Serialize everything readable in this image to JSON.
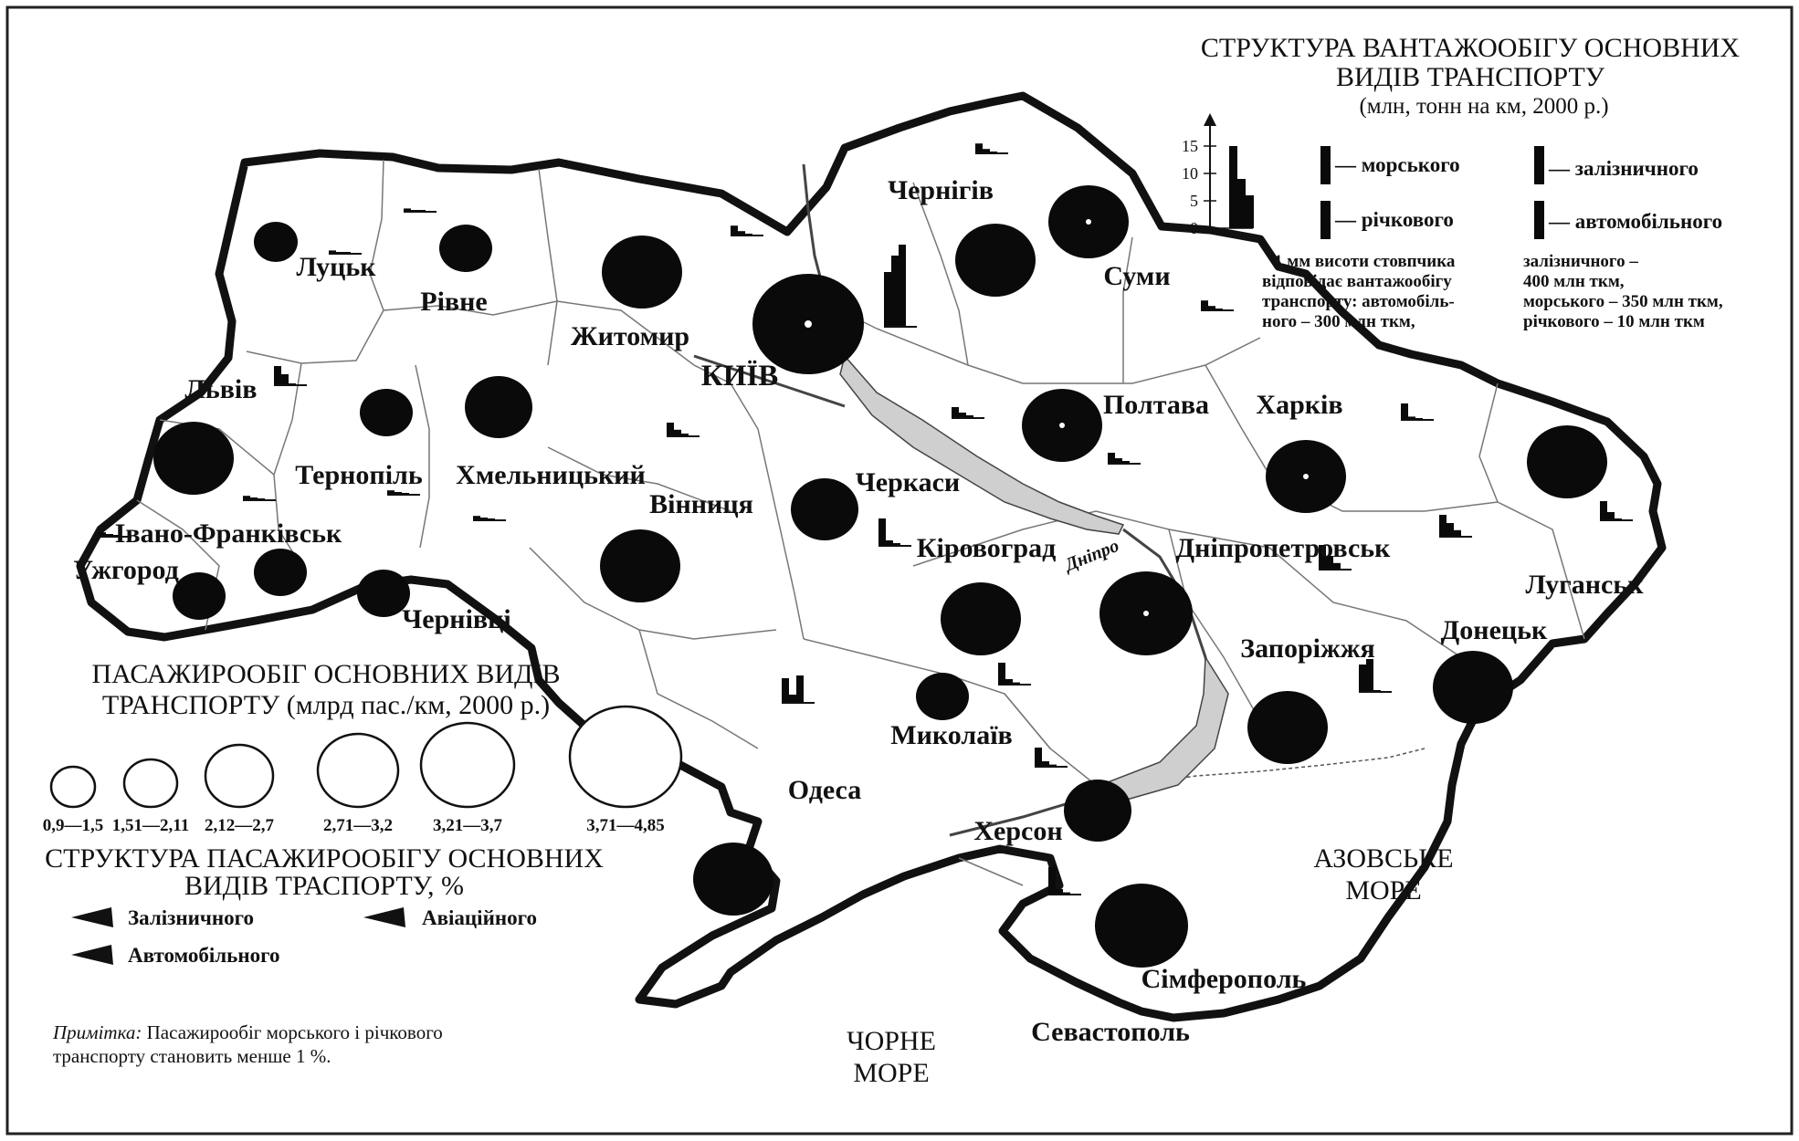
{
  "freight_legend": {
    "title_line1": "СТРУКТУРА ВАНТАЖООБІГУ ОСНОВНИХ",
    "title_line2": "ВИДІВ ТРАНСПОРТУ",
    "title_line3": "(млн, тонн на км, 2000 р.)",
    "axis_ticks": [
      "15",
      "10",
      "5",
      "0"
    ],
    "items": [
      "— морського",
      "— залізничного",
      "— річкового",
      "— автомобільного"
    ],
    "note_left": [
      "1 мм висоти стовпчика",
      "відповідає вантажообігу",
      "транспорту: автомобіль-",
      "ного – 300 млн ткм,"
    ],
    "note_right": [
      "залізничного –",
      "400 млн ткм,",
      "морського – 350 млн ткм,",
      "річкового – 10 млн ткм"
    ]
  },
  "passenger_legend": {
    "title_line1": "ПАСАЖИРООБІГ ОСНОВНИХ ВИДІВ",
    "title_line2": "ТРАНСПОРТУ (млрд пас./км, 2000 р.)",
    "classes": [
      {
        "label": "0,9—1,5",
        "rank": 1
      },
      {
        "label": "1,51—2,11",
        "rank": 2
      },
      {
        "label": "2,12—2,7",
        "rank": 3
      },
      {
        "label": "2,71—3,2",
        "rank": 4
      },
      {
        "label": "3,21—3,7",
        "rank": 5
      },
      {
        "label": "3,71—4,85",
        "rank": 6
      }
    ]
  },
  "structure_legend": {
    "title_line1": "СТРУКТУРА ПАСАЖИРООБІГУ ОСНОВНИХ",
    "title_line2": "ВИДІВ ТРАСПОРТУ, %",
    "items": [
      "Залізничного",
      "Авіаційного",
      "Автомобільного"
    ]
  },
  "note": {
    "prefix": "Примітка:",
    "line1": " Пасажирообіг морського і річкового",
    "line2": "транспорту становить менше 1 %."
  },
  "seas": {
    "azov_line1": "АЗОВСЬКЕ",
    "azov_line2": "МОРЕ",
    "black_line1": "ЧОРНЕ",
    "black_line2": "МОРЕ"
  },
  "river": "Дніпро",
  "cities": [
    {
      "name": "Луцьк",
      "passenger_class": 1,
      "freight": [
        0.6,
        0.3,
        0.2
      ]
    },
    {
      "name": "Рівне",
      "passenger_class": 2,
      "freight": [
        0.6,
        0.3,
        0.2
      ]
    },
    {
      "name": "Житомир",
      "passenger_class": 4,
      "freight": [
        1.8,
        0.8,
        0.3
      ]
    },
    {
      "name": "КИЇВ",
      "passenger_class": 6,
      "freight": [
        10,
        13,
        15
      ]
    },
    {
      "name": "Чернігів",
      "passenger_class": 4,
      "freight": [
        1.8,
        0.8,
        0.3
      ]
    },
    {
      "name": "Суми",
      "passenger_class": 4,
      "freight": [
        1.8,
        0.8,
        0.3
      ]
    },
    {
      "name": "Львів",
      "passenger_class": 4,
      "freight": [
        3.5,
        2,
        0
      ]
    },
    {
      "name": "Тернопіль",
      "passenger_class": 2,
      "freight": [
        0.8,
        0.5,
        0.3
      ]
    },
    {
      "name": "Хмельницький",
      "passenger_class": 3,
      "freight": [
        0.8,
        0.5,
        0.3
      ]
    },
    {
      "name": "Вінниця",
      "passenger_class": 4,
      "freight": [
        2.5,
        1.2,
        0.5
      ]
    },
    {
      "name": "Черкаси",
      "passenger_class": 3,
      "freight": [
        2,
        1,
        0.5
      ]
    },
    {
      "name": "Полтава",
      "passenger_class": 4,
      "freight": [
        2,
        1,
        0.5
      ]
    },
    {
      "name": "Харків",
      "passenger_class": 4,
      "freight": [
        3,
        0.6,
        0.3
      ]
    },
    {
      "name": "Луганськ",
      "passenger_class": 4,
      "freight": [
        3.5,
        1.5,
        0.3
      ]
    },
    {
      "name": "Івано-Франківськ",
      "passenger_class": 2,
      "freight": [
        0.8,
        0.5,
        0.3
      ]
    },
    {
      "name": "Ужгород",
      "passenger_class": 2,
      "freight": [
        0.8,
        0.5,
        0.3
      ]
    },
    {
      "name": "Чернівці",
      "passenger_class": 2,
      "freight": [
        0.8,
        0.5,
        0.3
      ]
    },
    {
      "name": "Кіровоград",
      "passenger_class": 4,
      "freight": [
        5,
        1,
        0.5
      ]
    },
    {
      "name": "Дніпропетровськ",
      "passenger_class": 5,
      "freight": [
        4,
        2.5,
        1.2
      ]
    },
    {
      "name": "Запоріжжя",
      "passenger_class": 4,
      "freight": [
        4.5,
        2.5,
        1.2
      ]
    },
    {
      "name": "Донецьк",
      "passenger_class": 4,
      "freight": [
        5,
        6,
        0.3
      ]
    },
    {
      "name": "Миколаїв",
      "passenger_class": 2,
      "freight": [
        4,
        1,
        0.4
      ]
    },
    {
      "name": "Одеса",
      "passenger_class": 4,
      "freight": [
        4.5,
        1.5,
        5
      ]
    },
    {
      "name": "Херсон",
      "passenger_class": 3,
      "freight": [
        3.5,
        1,
        0.4
      ]
    },
    {
      "name": "Сімферополь",
      "passenger_class": 5,
      "freight": [
        5,
        1,
        0.4
      ]
    },
    {
      "name": "Севастополь",
      "passenger_class": 0,
      "freight": []
    }
  ],
  "colors": {
    "ink": "#0a0a0a",
    "paper": "#ffffff"
  }
}
